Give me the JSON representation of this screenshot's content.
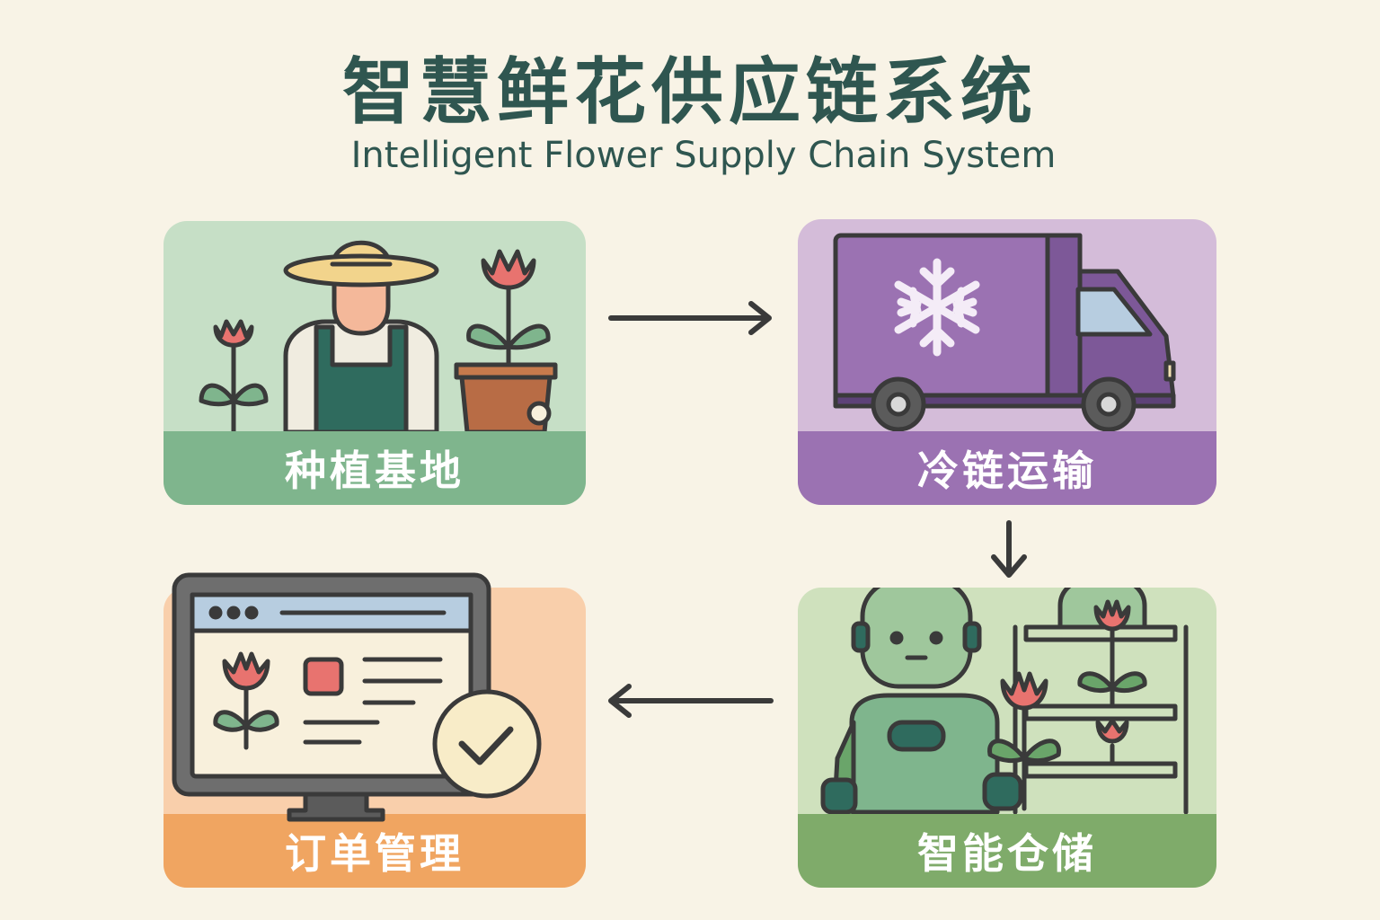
{
  "title": "智慧鲜花供应链系统",
  "subtitle": "Intelligent Flower Supply Chain System",
  "stages": [
    {
      "label": "种植基地",
      "icon": "farmer-with-tulips-icon",
      "bg": "#c6dfc6",
      "band": "#7fb58d"
    },
    {
      "label": "冷链运输",
      "icon": "refrigerated-truck-icon",
      "bg": "#d4bcd9",
      "band": "#9b72b2"
    },
    {
      "label": "智能仓储",
      "icon": "robot-warehouse-icon",
      "bg": "#cfe1bd",
      "band": "#7fab6a"
    },
    {
      "label": "订单管理",
      "icon": "monitor-order-check-icon",
      "bg": "#f9cfab",
      "band": "#f0a561"
    }
  ],
  "flow": [
    "stage-0→stage-1",
    "stage-1→stage-2",
    "stage-2→stage-3"
  ],
  "colors": {
    "title": "#2f5650",
    "outline": "#3a3a3a",
    "background": "#f8f3e6"
  }
}
